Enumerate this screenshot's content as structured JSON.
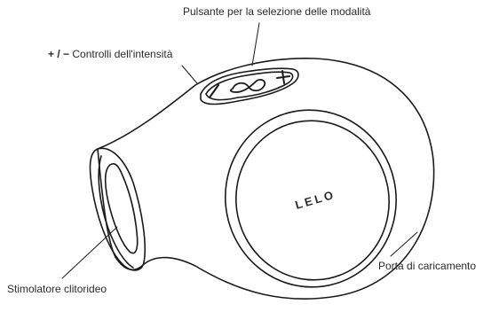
{
  "labels": {
    "mode_button": "Pulsante per la selezione delle modalità",
    "intensity_symbols": "+ / −",
    "intensity_controls": "Controlli dell'intensità",
    "charging_port": "Porta di caricamento",
    "clitoral_stimulator": "Stimolatore clitorideo"
  },
  "device": {
    "logo": "LELO",
    "buttons": [
      "minus-icon",
      "infinity-mode-icon",
      "plus-icon"
    ]
  },
  "colors": {
    "line": "#1a1a1a",
    "fill": "#ffffff",
    "text": "#2b2b2b"
  }
}
